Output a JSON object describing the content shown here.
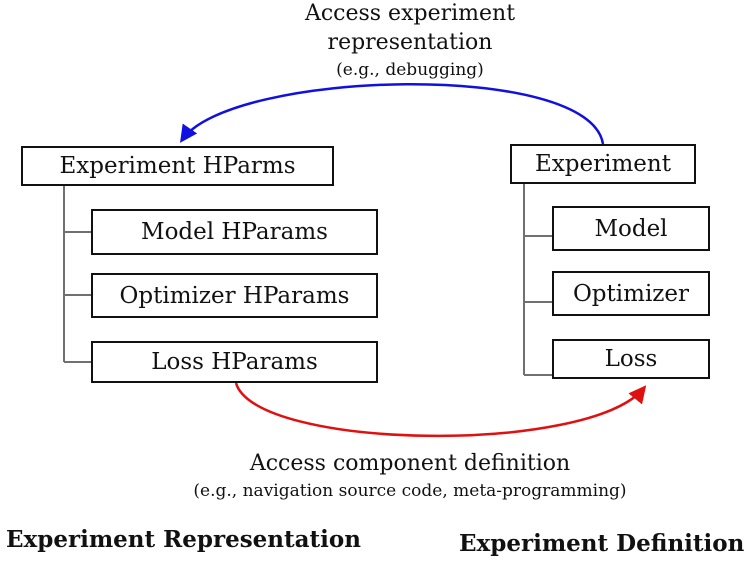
{
  "top_annotation": {
    "line1": "Access experiment",
    "line2": "representation",
    "line3": "(e.g., debugging)"
  },
  "bottom_annotation": {
    "line1": "Access component definition",
    "line2": "(e.g., navigation source code, meta-programming)"
  },
  "left_tree": {
    "root": "Experiment HParms",
    "children": [
      "Model HParams",
      "Optimizer HParams",
      "Loss HParams"
    ],
    "title": "Experiment Representation"
  },
  "right_tree": {
    "root": "Experiment",
    "children": [
      "Model",
      "Optimizer",
      "Loss"
    ],
    "title": "Experiment Definition"
  },
  "colors": {
    "top_arrow": "#1010e0",
    "bottom_arrow": "#e01010",
    "connector": "#707070",
    "box_border": "#111111"
  }
}
